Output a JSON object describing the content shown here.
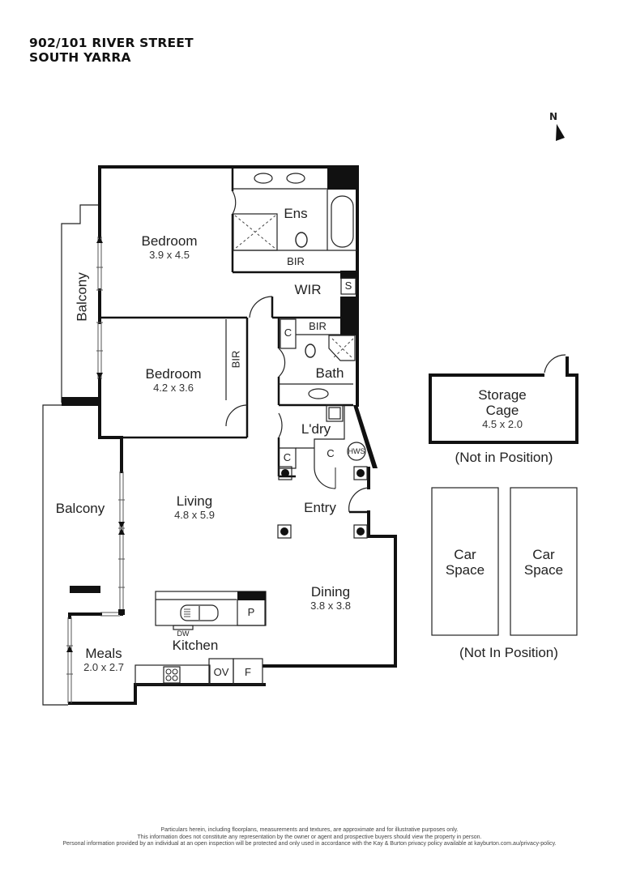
{
  "header": {
    "address_line1": "902/101 RIVER STREET",
    "address_line2": "SOUTH YARRA"
  },
  "compass": {
    "label": "N",
    "icon": "north-arrow-icon"
  },
  "rooms": {
    "bedroom1": {
      "name": "Bedroom",
      "dims": "3.9 x 4.5"
    },
    "bedroom2": {
      "name": "Bedroom",
      "dims": "4.2 x 3.6"
    },
    "ensuite": {
      "name": "Ens"
    },
    "bir_ens": {
      "name": "BIR"
    },
    "wir": {
      "name": "WIR"
    },
    "s": {
      "name": "S"
    },
    "bir_bath": {
      "name": "BIR"
    },
    "c1": {
      "name": "C"
    },
    "bath": {
      "name": "Bath"
    },
    "bir_bed2": {
      "name": "BIR"
    },
    "laundry": {
      "name": "L'dry"
    },
    "c2": {
      "name": "C"
    },
    "c3": {
      "name": "C"
    },
    "hws": {
      "name": "HWS"
    },
    "balcony1": {
      "name": "Balcony"
    },
    "balcony2": {
      "name": "Balcony"
    },
    "living": {
      "name": "Living",
      "dims": "4.8 x 5.9"
    },
    "entry": {
      "name": "Entry"
    },
    "dining": {
      "name": "Dining",
      "dims": "3.8 x 3.8"
    },
    "kitchen": {
      "name": "Kitchen"
    },
    "dw": {
      "name": "DW"
    },
    "pantry": {
      "name": "P"
    },
    "oven": {
      "name": "OV"
    },
    "fridge": {
      "name": "F"
    },
    "meals": {
      "name": "Meals",
      "dims": "2.0 x 2.7"
    }
  },
  "storage": {
    "name_line1": "Storage",
    "name_line2": "Cage",
    "dims": "4.5 x 2.0",
    "note": "(Not in Position)"
  },
  "car_spaces": {
    "items": [
      {
        "line1": "Car",
        "line2": "Space"
      },
      {
        "line1": "Car",
        "line2": "Space"
      }
    ],
    "note": "(Not In Position)"
  },
  "disclaimer": {
    "line1": "Particulars herein, including floorplans, measurements and textures, are approximate and for illustrative purposes only.",
    "line2": "This information does not constitute any representation by the owner or agent and prospective buyers should view the property in person.",
    "line3": "Personal information provided by an individual at an open inspection will be protected and only used in accordance with the Kay & Burton privacy policy available at kayburton.com.au/privacy-policy."
  }
}
